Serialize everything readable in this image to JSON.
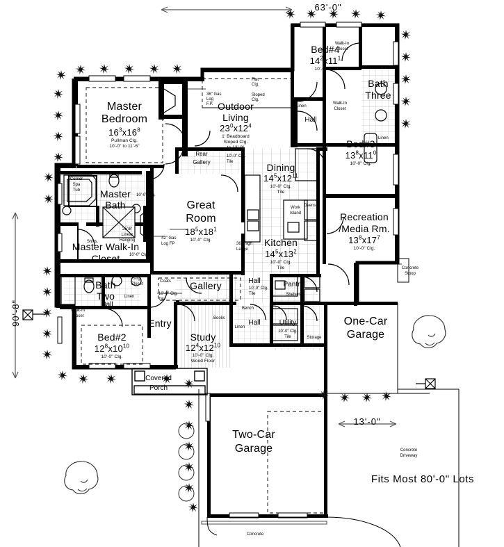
{
  "plan": {
    "overall_dims": {
      "top_label": "63'-0\"",
      "left_label": "90'-8\"",
      "garage_label": "13'-0\"",
      "lot_note": "Fits Most 80'-0\" Lots"
    },
    "rooms": [
      {
        "id": "master-bedroom",
        "name": "Master\nBedroom",
        "name1": "Master",
        "name2": "Bedroom",
        "dim": "16³x16⁸",
        "dim_main": "16",
        "dim_sup1": "3",
        "dim_x": "x16",
        "dim_sup2": "8",
        "ceiling": "Pullman Clg.",
        "ceiling2": "10'-0\" to 11'-6\""
      },
      {
        "id": "outdoor-living",
        "name1": "Outdoor",
        "name2": "Living",
        "dim_main": "23",
        "dim_sup1": "0",
        "dim_x": "x12",
        "dim_sup2": "4",
        "ceiling": "1' Beadboard",
        "ceiling2": "Sloped Clg.",
        "ceiling3": "to 13'-0\""
      },
      {
        "id": "bed-4",
        "name1": "Bed#4",
        "dim_main": "14",
        "dim_sup1": "2",
        "dim_x": "x11",
        "dim_sup2": "1",
        "ceiling": "10'-0\" Clg."
      },
      {
        "id": "bed-3",
        "name1": "Bed#3",
        "dim_main": "13",
        "dim_sup1": "8",
        "dim_x": "x11",
        "dim_sup2": "0",
        "ceiling": "10'-0\" Clg."
      },
      {
        "id": "bed-2",
        "name1": "Bed#2",
        "dim_main": "12",
        "dim_sup1": "8",
        "dim_x": "x10",
        "dim_sup2": "10",
        "ceiling": "10'-0\" Clg."
      },
      {
        "id": "great-room",
        "name1": "Great",
        "name2": "Room",
        "dim_main": "18",
        "dim_sup1": "5",
        "dim_x": "x18",
        "dim_sup2": "1",
        "ceiling": "10'-0\" Clg."
      },
      {
        "id": "dining",
        "name1": "Dining",
        "dim_main": "14",
        "dim_sup1": "5",
        "dim_x": "x12",
        "dim_sup2": "11",
        "ceiling": "10'-0\" Clg.",
        "ceiling2": "Tile"
      },
      {
        "id": "kitchen",
        "name1": "Kitchen",
        "dim_main": "14",
        "dim_sup1": "5",
        "dim_x": "x13",
        "dim_sup2": "2",
        "ceiling": "10'-0\" Clg.",
        "ceiling2": "Tile"
      },
      {
        "id": "study",
        "name1": "Study",
        "dim_main": "12",
        "dim_sup1": "4",
        "dim_x": "x12",
        "dim_sup2": "10",
        "ceiling": "10'-0\" Clg.",
        "ceiling2": "Wood Floor"
      },
      {
        "id": "recreation",
        "name1": "Recreation",
        "name2": "/Media Rm.",
        "dim_main": "13",
        "dim_sup1": "8",
        "dim_x": "x17",
        "dim_sup2": "7",
        "ceiling": "10'-0\" Clg."
      },
      {
        "id": "master-bath",
        "name1": "Master",
        "name2": "Bath",
        "ceiling": "10'-0\" Clg."
      },
      {
        "id": "master-walkin-closet",
        "name1": "Master  Walk-In",
        "name2": "Closet",
        "ceiling": "10'-0\" Clg."
      },
      {
        "id": "bath-two",
        "name1": "Bath",
        "name2": "Two"
      },
      {
        "id": "bath-three",
        "name1": "Bath",
        "name2": "Three"
      },
      {
        "id": "one-car-garage",
        "name1": "One-Car",
        "name2": "Garage"
      },
      {
        "id": "two-car-garage",
        "name1": "Two-Car",
        "name2": "Garage"
      },
      {
        "id": "covered-porch",
        "name1": "Covered",
        "name2": "Porch"
      },
      {
        "id": "rear-gallery",
        "name1": "Rear",
        "name2": "Gallery",
        "ceiling": "10'-0\" Clg.",
        "ceiling2": "Tile"
      },
      {
        "id": "gallery",
        "name1": "Gallery",
        "ceiling": "10'-0\" Clg.",
        "ceiling2": "Tile"
      },
      {
        "id": "entry",
        "name1": "Entry"
      },
      {
        "id": "utility",
        "name1": "Utility",
        "ceiling": "10'-0\" Clg.",
        "ceiling2": "Tile"
      },
      {
        "id": "pantry",
        "name1": "Pantry"
      }
    ],
    "annotations": {
      "flat_clg": "Flat",
      "flat_clg2": "Clg.",
      "sloped_clg": "Sloped",
      "sloped_clg2": "Clg.",
      "gas_log_fp_36": "36\" Gas",
      "gas_log_fp_36b": "Log",
      "gas_log_fp_36c": "F.P.",
      "gas_log_fp_42": "42\" Gas",
      "gas_log_fp_42b": "Log FP",
      "linen_top": "Linen",
      "linen_bath3": "Linen",
      "linen_hall": "Linen",
      "linen_hall2": "Linen",
      "hall_top": "Hall",
      "hall_mid": "Hall",
      "hall_low": "Hall",
      "hall_low2": "Hall",
      "walkin_closet_1": "Walk-In",
      "walkin_closet_1b": "Closet",
      "walkin_closet_2": "Walk-In",
      "walkin_closet_2b": "Closet",
      "walkin_closet_3": "Walk-In",
      "walkin_closet_3b": "Closet",
      "corner_spa_tub": "Corner",
      "corner_spa_tub2": "Spa",
      "corner_spa_tub3": "Tub",
      "shelves_hanging": "25'/8'",
      "shelves_hanging2": "Linear",
      "shelves_hanging3": "Hanging",
      "shlvs": "Shlvs.",
      "ledge": "36\" High",
      "ledge2": "Ledge",
      "work_island": "Work",
      "work_island2": "Island",
      "ovens": "Ovens",
      "strg_closet": "Strg.",
      "strg_closet2": "Closet",
      "coats": "Coats",
      "bench": "Bench",
      "books": "Books",
      "shelves": "Shelves",
      "storage": "Storage",
      "concrete_stoop": "Concrete",
      "concrete_stoop2": "Stoop",
      "concrete_driveway": "Concrete",
      "concrete_driveway2": "Driveway",
      "concrete_walk": "Concrete",
      "ten_clg_tile_a": "10'-0\" Clg.",
      "ten_clg_tile_b": "Tile",
      "ten_clg_master": "10'-0\" Clg."
    }
  }
}
